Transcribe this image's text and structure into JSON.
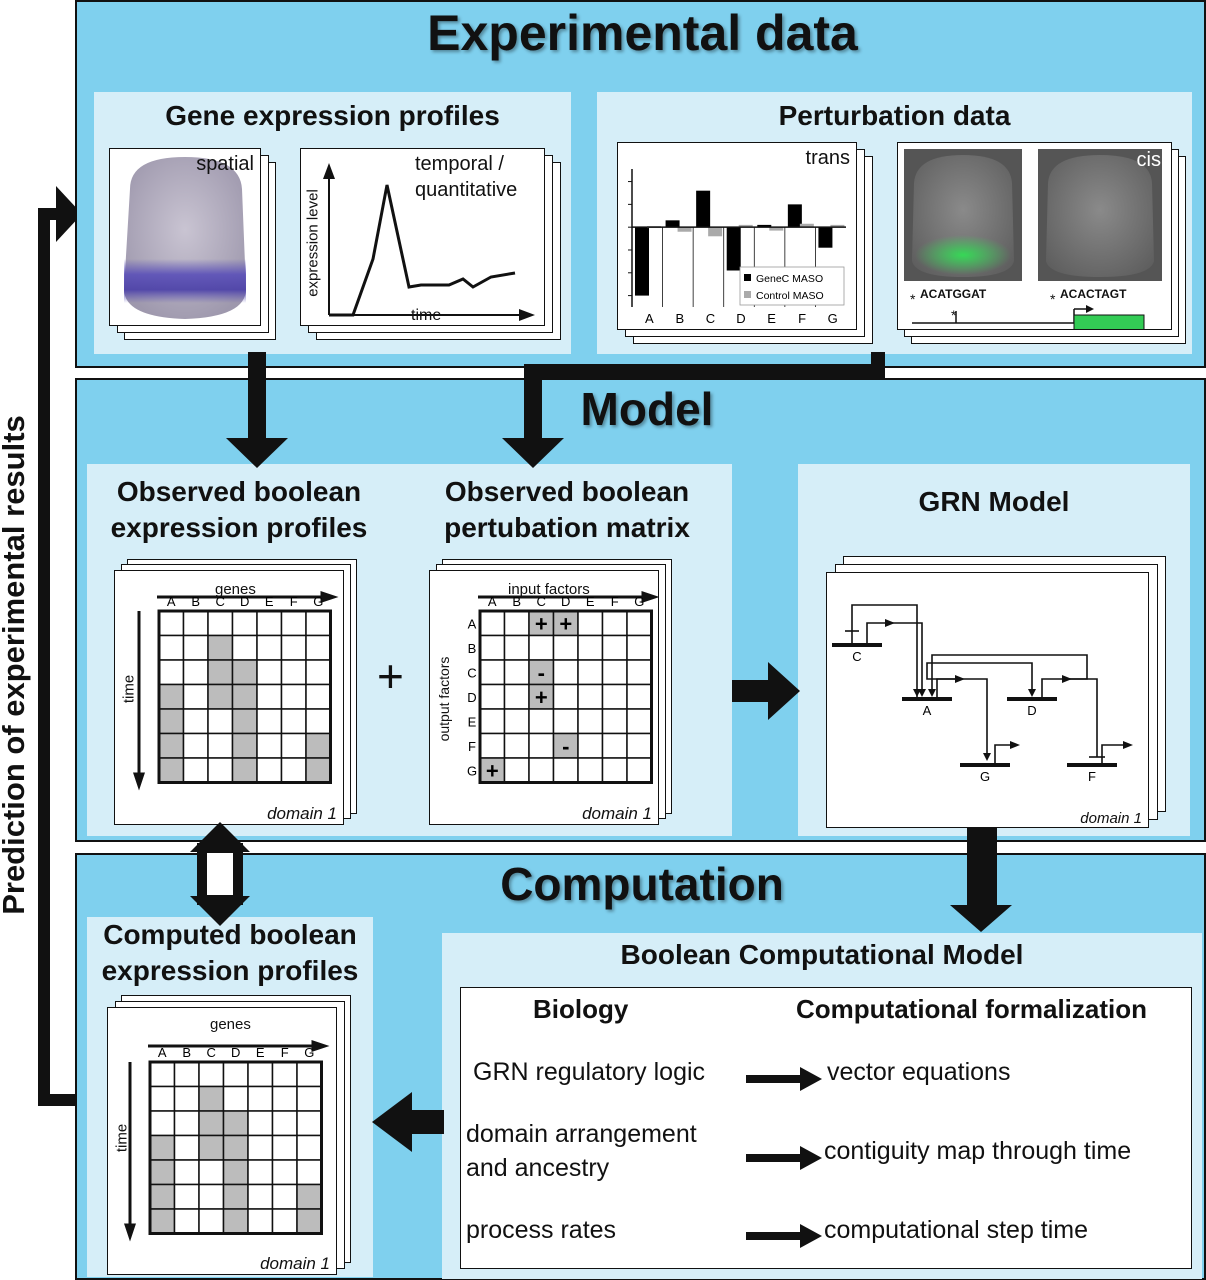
{
  "side_label": "Prediction of experimental results",
  "experimental": {
    "title": "Experimental data",
    "gene_expression": {
      "title": "Gene expression profiles",
      "spatial_label": "spatial",
      "temporal_label_1": "temporal /",
      "temporal_label_2": "quantitative",
      "x_axis": "time",
      "y_axis": "expression level"
    },
    "perturbation": {
      "title": "Perturbation data",
      "trans_label": "trans",
      "cis_label": "cis",
      "legend_1": "GeneC MASO",
      "legend_2": "Control MASO",
      "seq_1": "ACATGGAT",
      "seq_2": "ACACTAGT",
      "star": "*"
    }
  },
  "model": {
    "title": "Model",
    "observed_expr_title_1": "Observed boolean",
    "observed_expr_title_2": "expression profiles",
    "observed_pert_title_1": "Observed boolean",
    "observed_pert_title_2": "pertubation matrix",
    "plus": "+",
    "genes_label": "genes",
    "time_label": "time",
    "input_factors": "input factors",
    "output_factors": "output factors",
    "domain_label": "domain 1",
    "grn_title": "GRN Model"
  },
  "computation": {
    "title": "Computation",
    "computed_title_1": "Computed boolean",
    "computed_title_2": "expression profiles",
    "bcm_title": "Boolean Computational Model",
    "col_biology": "Biology",
    "col_formal": "Computational formalization",
    "rows": [
      {
        "bio": "GRN regulatory logic",
        "formal": "vector equations"
      },
      {
        "bio": "domain arrangement",
        "bio2": "and ancestry",
        "formal": "contiguity map through time"
      },
      {
        "bio": "process rates",
        "formal": "computational step time"
      }
    ]
  },
  "gene_letters": [
    "A",
    "B",
    "C",
    "D",
    "E",
    "F",
    "G"
  ],
  "expression_matrix": [
    [
      0,
      0,
      0,
      0,
      0,
      0,
      0
    ],
    [
      0,
      0,
      1,
      0,
      0,
      0,
      0
    ],
    [
      0,
      0,
      1,
      1,
      0,
      0,
      0
    ],
    [
      1,
      0,
      1,
      1,
      0,
      0,
      0
    ],
    [
      1,
      0,
      0,
      1,
      0,
      0,
      0
    ],
    [
      1,
      0,
      0,
      1,
      0,
      0,
      1
    ],
    [
      1,
      0,
      0,
      1,
      0,
      0,
      1
    ]
  ],
  "perturbation_matrix": [
    [
      "",
      "",
      "+",
      "+",
      "",
      "",
      ""
    ],
    [
      "",
      "",
      "",
      "",
      "",
      "",
      ""
    ],
    [
      "",
      "",
      "-",
      "",
      "",
      "",
      ""
    ],
    [
      "",
      "",
      "+",
      "",
      "",
      "",
      ""
    ],
    [
      "",
      "",
      "",
      "",
      "",
      "",
      ""
    ],
    [
      "",
      "",
      "",
      "-",
      "",
      "",
      ""
    ],
    [
      "+",
      "",
      "",
      "",
      "",
      "",
      ""
    ]
  ],
  "grn_genes": [
    "C",
    "A",
    "D",
    "G",
    "F"
  ],
  "chart_data": {
    "type": "bar",
    "categories": [
      "A",
      "B",
      "C",
      "D",
      "E",
      "F",
      "G"
    ],
    "series": [
      {
        "name": "GeneC MASO",
        "values": [
          -3.0,
          0.3,
          1.6,
          -1.9,
          0.1,
          1.0,
          -0.9
        ]
      },
      {
        "name": "Control MASO",
        "values": [
          0.05,
          -0.2,
          -0.4,
          0.1,
          -0.15,
          0.15,
          0.1
        ]
      }
    ],
    "ylim": [
      -3.5,
      2.2
    ]
  },
  "colors": {
    "section_bg": "#7fd0ee",
    "panel_bg": "#d6eef8",
    "filled_cell": "#bcbcbc",
    "stain": "#5a4fb8",
    "gfp": "#33dd55"
  }
}
